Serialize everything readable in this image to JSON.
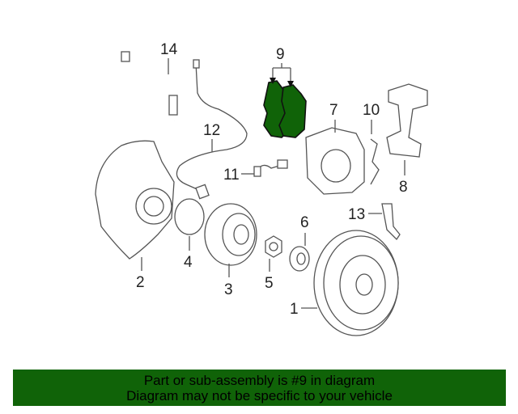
{
  "diagram": {
    "callouts": [
      {
        "number": "1",
        "part": "rotor"
      },
      {
        "number": "2",
        "part": "splash-shield"
      },
      {
        "number": "3",
        "part": "hub"
      },
      {
        "number": "4",
        "part": "o-ring"
      },
      {
        "number": "5",
        "part": "nut"
      },
      {
        "number": "6",
        "part": "cap"
      },
      {
        "number": "7",
        "part": "caliper"
      },
      {
        "number": "8",
        "part": "caliper-bracket"
      },
      {
        "number": "9",
        "part": "brake-pads"
      },
      {
        "number": "10",
        "part": "spring-clip"
      },
      {
        "number": "11",
        "part": "wear-sensor"
      },
      {
        "number": "12",
        "part": "abs-sensor-wire"
      },
      {
        "number": "13",
        "part": "bracket"
      },
      {
        "number": "14",
        "part": "brake-hose"
      }
    ],
    "highlight_color": "#106308"
  },
  "banner": {
    "line1": "Part or sub-assembly is #9 in diagram",
    "line2": "Diagram may not be specific to your vehicle"
  }
}
